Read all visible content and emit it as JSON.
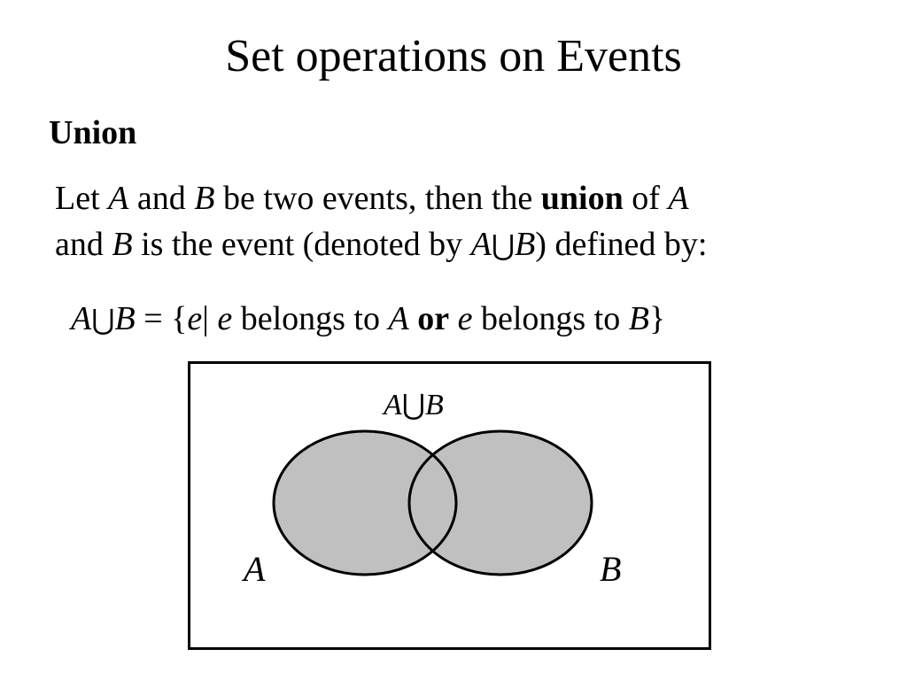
{
  "title": "Set operations on Events",
  "section": {
    "heading": "Union"
  },
  "definition": {
    "t1": "Let ",
    "A": "A",
    "t2": " and ",
    "B": "B",
    "t3": " be two events, then the ",
    "term": "union",
    "t4": "  of ",
    "t5": "and ",
    "t6": " is the event (denoted by ",
    "cup": "⋃",
    "t7": ") defined by:"
  },
  "formula": {
    "lhs_A": "A",
    "cup": "⋃",
    "lhs_B": "B",
    "eq_open": " = {",
    "e1": "e",
    "bar": "| ",
    "e2": "e",
    "t1": " belongs to ",
    "A": "A",
    "or": "or",
    "e3": "e",
    "t2": " belongs to ",
    "B": "B",
    "close": "}"
  },
  "venn": {
    "union_label": {
      "A": "A",
      "cup": "⋃",
      "B": "B"
    },
    "label_A": "A",
    "label_B": "B",
    "fill_color": "#c0c0c0",
    "stroke_color": "#000000"
  }
}
